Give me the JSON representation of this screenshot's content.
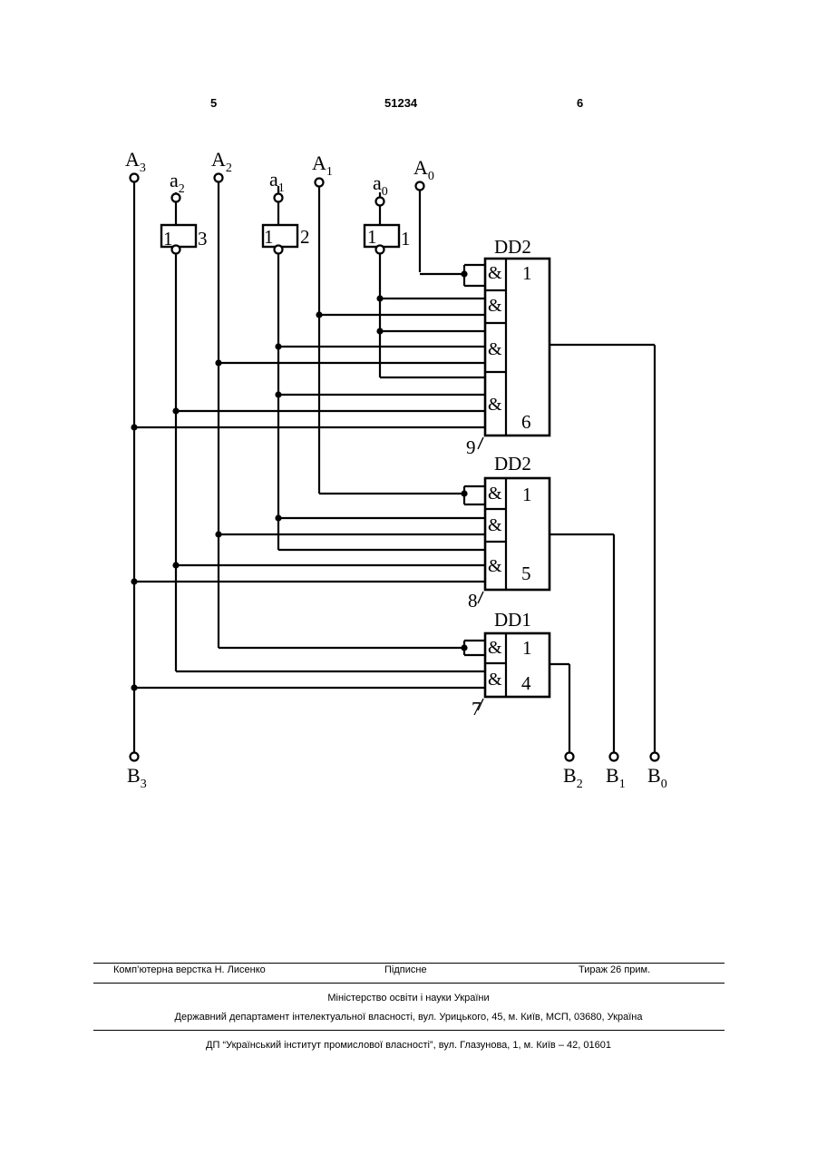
{
  "header": {
    "left": "5",
    "center": "51234",
    "right": "6"
  },
  "inputs": {
    "A3": {
      "main": "A",
      "sub": "3"
    },
    "A2": {
      "main": "A",
      "sub": "2"
    },
    "A1": {
      "main": "A",
      "sub": "1"
    },
    "A0": {
      "main": "A",
      "sub": "0"
    },
    "a2": {
      "main": "a",
      "sub": "2"
    },
    "a1": {
      "main": "a",
      "sub": "1"
    },
    "a0": {
      "main": "a",
      "sub": "0"
    }
  },
  "outputs": {
    "B3": {
      "main": "B",
      "sub": "3"
    },
    "B2": {
      "main": "B",
      "sub": "2"
    },
    "B1": {
      "main": "B",
      "sub": "1"
    },
    "B0": {
      "main": "B",
      "sub": "0"
    }
  },
  "inverters": [
    {
      "symbol": "1",
      "label": "3"
    },
    {
      "symbol": "1",
      "label": "2"
    },
    {
      "symbol": "1",
      "label": "1"
    }
  ],
  "chips": {
    "top": {
      "name": "DD2",
      "first_pin": "1",
      "last_pin": "6",
      "marker": "9"
    },
    "mid": {
      "name": "DD2",
      "first_pin": "1",
      "last_pin": "5",
      "marker": "8"
    },
    "bot": {
      "name": "DD1",
      "first_pin": "1",
      "last_pin": "4",
      "marker": "7"
    }
  },
  "gate_symbol": "&",
  "footer": {
    "layout": "Комп’ютерна верстка Н. Лисенко",
    "signed": "Підписне",
    "circulation": "Тираж 26 прим.",
    "ministry": "Міністерство освіти і науки України",
    "department": "Державний департамент інтелектуальної власності, вул. Урицького, 45, м. Київ, МСП, 03680, Україна",
    "institute": "ДП “Український інститут промислової власності”, вул. Глазунова, 1, м. Київ – 42, 01601"
  }
}
